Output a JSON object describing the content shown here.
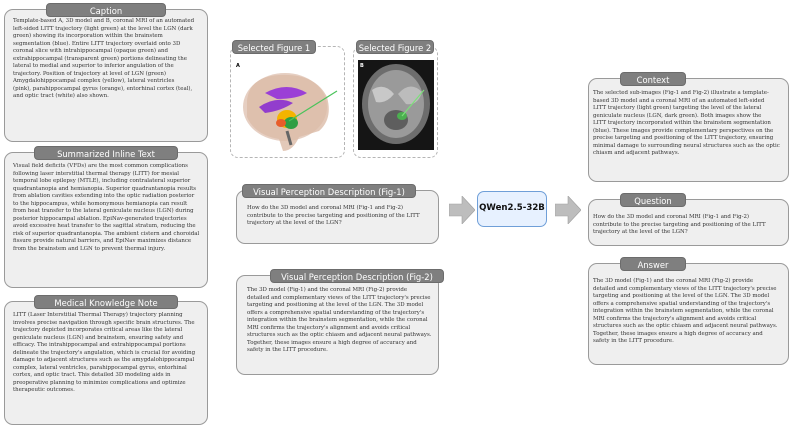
{
  "caption": {
    "title": "Caption",
    "text": "Template-based A, 3D model and B, coronal MRI of an automated\nleft-sided LITT trajectory (light green) at the level the LGN (dark\ngreen) showing its incorporation within the brainstem\nsegmentation (blue). Entire LITT trajectory overlaid onto 3D\ncoronal slice with intrahippocampal (opaque green) and\nextrahippocampal (transparent green) portions delineating the\nlateral to medial and superior to inferior angulation of the\ntrajectory. Position of trajectory at level of LGN (green)\nAmygdalohippocampal complex (yellow), lateral ventricles\n(pink), parahippocampal gyrus (orange), entorhinal cortex (teal),\nand optic tract (white) also shown."
  },
  "inline_text": {
    "title": "Summarized Inline Text",
    "text": "Visual field deficits (VFDs) are the most common complications\nfollowing laser interstitial thermal therapy (LITT) for mesial\ntemporal lobe epilepsy (MTLE), including contralateral superior\nquadrantanopia and hemianopia. Superior quadrantanopia results\nfrom ablation cavities extending into the optic radiation posterior\nto the hippocampus, while homonymous hemianopia can result\nfrom heat transfer to the lateral geniculate nucleus (LGN) during\nposterior hippocampal ablation. EpiNav-generated trajectories\navoid excessive heat transfer to the sagittal stratum, reducing the\nrisk of superior quadrantanopia. The ambient cistern and choroidal\nfissure provide natural barriers, and EpiNav maximizes distance\nfrom the brainstem and LGN to prevent thermal injury."
  },
  "knowledge": {
    "title": "Medical Knowledge Note",
    "text": "LITT (Laser Interstitial Thermal Therapy) trajectory planning\ninvolves precise navigation through specific brain structures. The\ntrajectory depicted incorporates critical areas like the lateral\ngeniculate nucleus (LGN) and brainstem, ensuring safety and\nefficacy. The intrahippocampal and extrahippocampal portions\ndelineate the trajectory's angulation, which is crucial for avoiding\ndamage to adjacent structures such as the amygdalohippocampal\ncomplex, lateral ventricles, parahippocampal gyrus, entorhinal\ncortex, and optic tract. This detailed 3D modeling aids in\npreoperative planning to minimize complications and optimize\ntherapeutic outcomes."
  },
  "figure1": {
    "title": "Selected Figure 1",
    "panel": "A"
  },
  "figure2": {
    "title": "Selected Figure 2",
    "panel": "B"
  },
  "vpd1": {
    "title": "Visual Perception Description (Fig-1)",
    "text": "How do the 3D model and coronal MRI (Fig-1 and Fig-2)\ncontribute to the precise targeting and positioning of the LITT\ntrajectory at the level of the LGN?"
  },
  "vpd2": {
    "title": "Visual Perception Description (Fig-2)",
    "text": "The 3D model (Fig-1) and the coronal MRI (Fig-2) provide\ndetailed and complementary views of the LITT trajectory's precise\ntargeting and positioning at the level of the LGN. The 3D model\noffers a comprehensive spatial understanding of the trajectory's\nintegration within the brainstem segmentation, while the coronal\nMRI confirms the trajectory's alignment and avoids critical\nstructures such as the optic chiasm and adjacent neural pathways.\nTogether, these images ensure a high degree of accuracy and\nsafety in the LITT procedure."
  },
  "model": {
    "name": "QWen2.5-32B"
  },
  "context": {
    "title": "Context",
    "text": "The selected sub-images (Fig-1 and Fig-2) illustrate a template-\nbased 3D model and a coronal MRI of an automated left-sided\nLITT trajectory (light green) targeting the level of the lateral\ngeniculate nucleus (LGN, dark green). Both images show the\nLITT trajectory incorporated within the brainstem segmentation\n(blue). These images provide complementary perspectives on the\nprecise targeting and positioning of the LITT trajectory, ensuring\nminimal damage to surrounding neural structures such as the optic\nchiasm and adjacent pathways."
  },
  "question": {
    "title": "Question",
    "text": "How do the 3D model and coronal MRI (Fig-1 and Fig-2)\ncontribute to the precise targeting and positioning of the LITT\ntrajectory at the level of the LGN?"
  },
  "answer": {
    "title": "Answer",
    "text": "The 3D model (Fig-1) and the coronal MRI (Fig-2) provide\ndetailed and complementary views of the LITT trajectory's precise\ntargeting and positioning at the level of the LGN. The 3D model\noffers a comprehensive spatial understanding of the trajectory's\nintegration within the brainstem segmentation, while the coronal\nMRI confirms the trajectory's alignment and avoids critical\nstructures such as the optic chiasm and adjacent neural pathways.\nTogether, these images ensure a high degree of accuracy and\nsafety in the LITT procedure."
  }
}
